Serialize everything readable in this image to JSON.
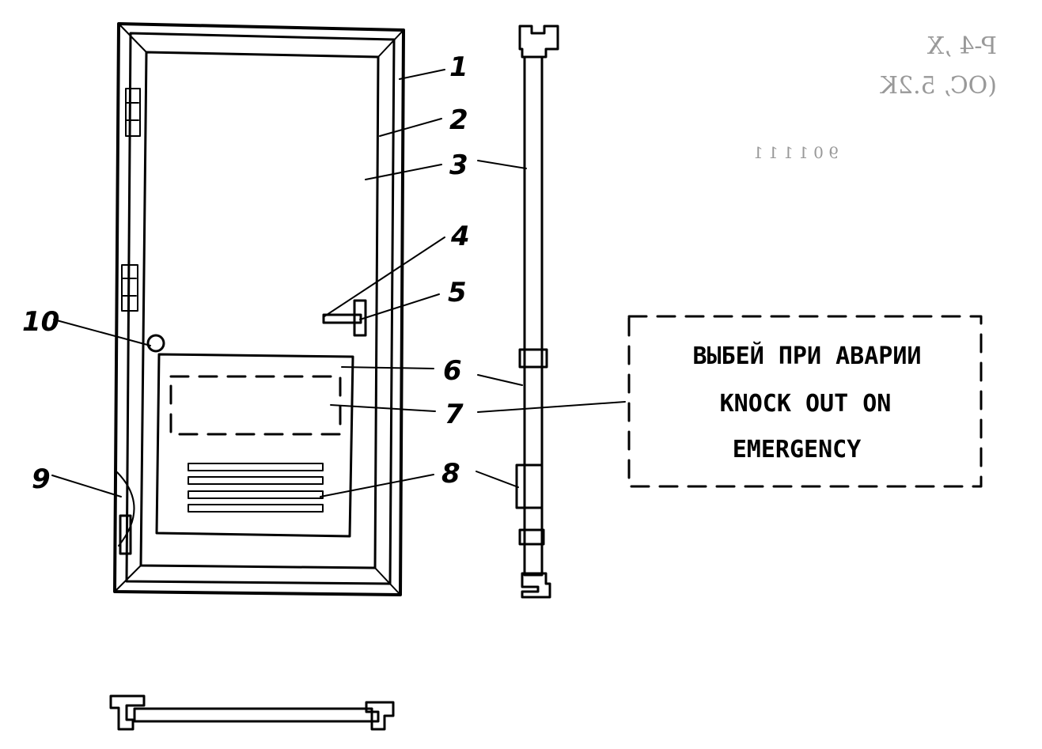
{
  "callouts": {
    "n1": "1",
    "n2": "2",
    "n3": "3",
    "n4": "4",
    "n5": "5",
    "n6": "6",
    "n7": "7",
    "n8": "8",
    "n9": "9",
    "n10": "10"
  },
  "sign": {
    "line1": "ВЫБЕЙ ПРИ АВАРИИ",
    "line2": "KNOCK OUT ON",
    "line3": "EMERGENCY"
  },
  "bleed_through": {
    "line1": "(OC, 5.2K",
    "line2": "P-4 ,X",
    "line3": "9 0 1 1 1 1"
  },
  "colors": {
    "ink": "#000000",
    "paper": "#ffffff",
    "bleed": "#999999"
  }
}
